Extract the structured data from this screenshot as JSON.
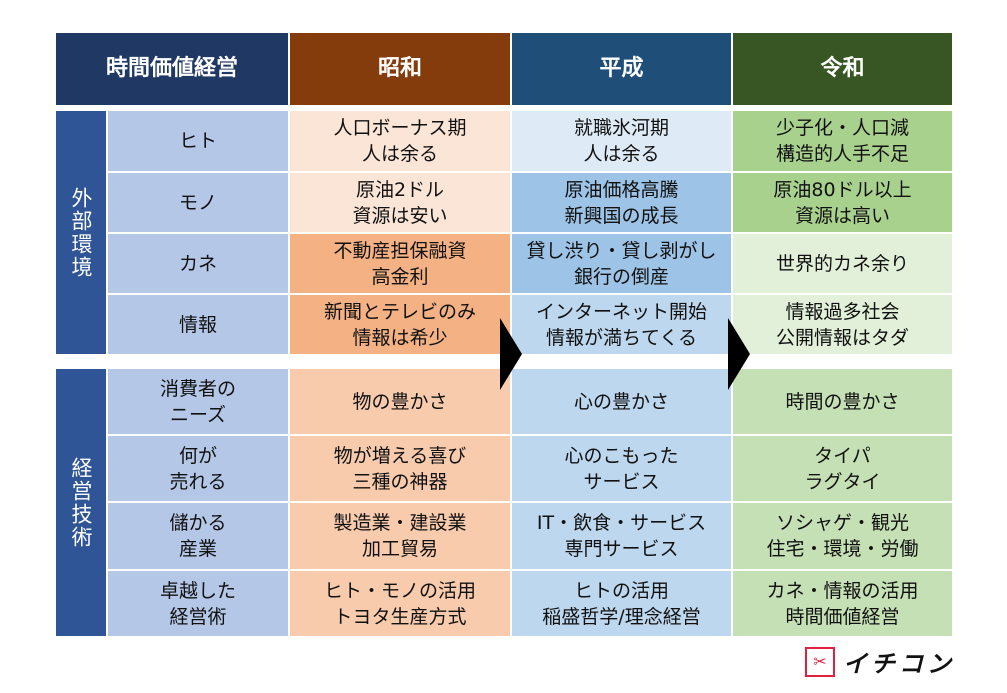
{
  "header": {
    "title": "時間価値経営",
    "eras": [
      "昭和",
      "平成",
      "令和"
    ]
  },
  "groups": [
    {
      "label": "外部環境",
      "rows": [
        {
          "label": "ヒト",
          "cells": [
            "人口ボーナス期\n人は余る",
            "就職氷河期\n人は余る",
            "少子化・人口減\n構造的人手不足"
          ]
        },
        {
          "label": "モノ",
          "cells": [
            "原油2ドル\n資源は安い",
            "原油価格高騰\n新興国の成長",
            "原油80ドル以上\n資源は高い"
          ]
        },
        {
          "label": "カネ",
          "cells": [
            "不動産担保融資\n高金利",
            "貸し渋り・貸し剥がし\n銀行の倒産",
            "世界的カネ余り"
          ]
        },
        {
          "label": "情報",
          "cells": [
            "新聞とテレビのみ\n情報は希少",
            "インターネット開始\n情報が満ちてくる",
            "情報過多社会\n公開情報はタダ"
          ]
        }
      ]
    },
    {
      "label": "経営技術",
      "rows": [
        {
          "label": "消費者の\nニーズ",
          "cells": [
            "物の豊かさ",
            "心の豊かさ",
            "時間の豊かさ"
          ]
        },
        {
          "label": "何が\n売れる",
          "cells": [
            "物が増える喜び\n三種の神器",
            "心のこもった\nサービス",
            "タイパ\nラグタイ"
          ]
        },
        {
          "label": "儲かる\n産業",
          "cells": [
            "製造業・建設業\n加工貿易",
            "IT・飲食・サービス\n専門サービス",
            "ソシャゲ・観光\n住宅・環境・労働"
          ]
        },
        {
          "label": "卓越した\n経営術",
          "cells": [
            "ヒト・モノの活用\nトヨタ生産方式",
            "ヒトの活用\n稲盛哲学/理念経営",
            "カネ・情報の活用\n時間価値経営"
          ]
        }
      ]
    }
  ],
  "logo": {
    "text": "イチコン"
  },
  "colors": {
    "header_title": "#203864",
    "showa": "#843c0c",
    "heisei": "#1f4e79",
    "reiwa": "#375623",
    "group": "#2f5597",
    "sublabel": "#b4c7e7"
  }
}
